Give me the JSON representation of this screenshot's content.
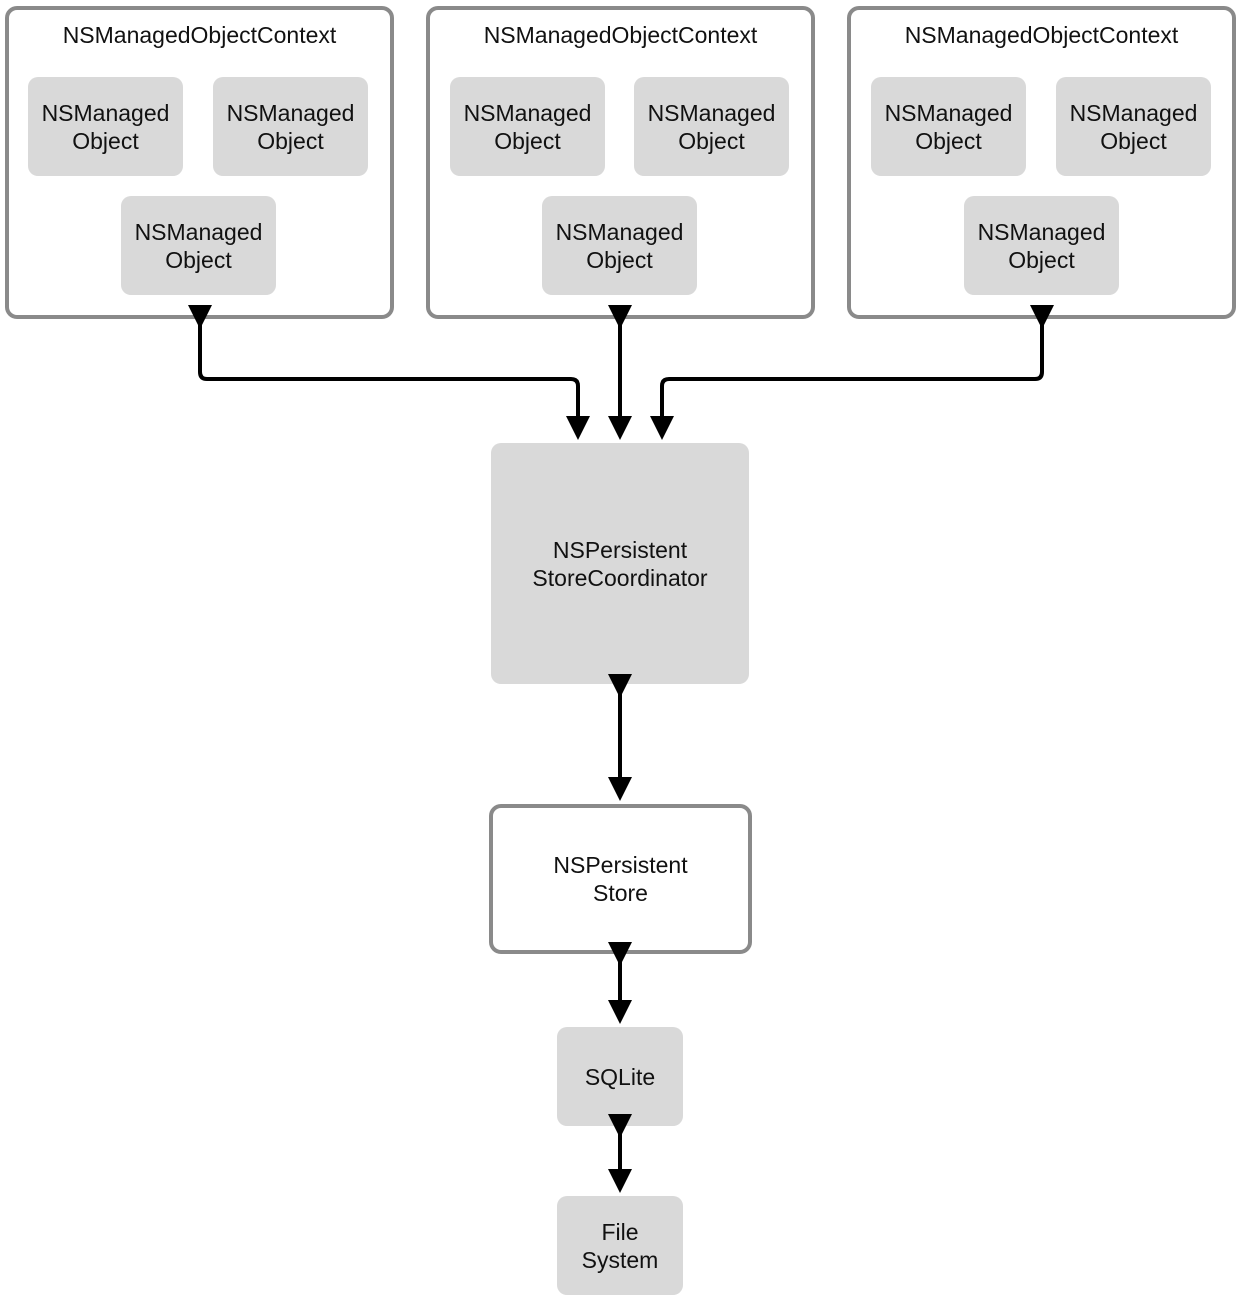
{
  "contexts": [
    {
      "title": "NSManagedObjectContext",
      "objects": [
        "NSManaged\nObject",
        "NSManaged\nObject",
        "NSManaged\nObject"
      ]
    },
    {
      "title": "NSManagedObjectContext",
      "objects": [
        "NSManaged\nObject",
        "NSManaged\nObject",
        "NSManaged\nObject"
      ]
    },
    {
      "title": "NSManagedObjectContext",
      "objects": [
        "NSManaged\nObject",
        "NSManaged\nObject",
        "NSManaged\nObject"
      ]
    }
  ],
  "coordinator": {
    "label": "NSPersistent\nStoreCoordinator"
  },
  "store": {
    "label": "NSPersistent\nStore"
  },
  "sqlite": {
    "label": "SQLite"
  },
  "filesystem": {
    "label": "File\nSystem"
  },
  "colors": {
    "box_fill": "#d9d9d9",
    "border": "#8a8a8a",
    "arrow": "#000000"
  }
}
